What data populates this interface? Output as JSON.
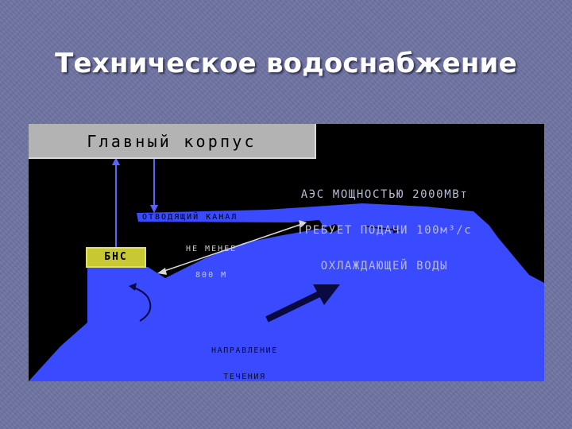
{
  "slide": {
    "title": "Техническое водоснабжение"
  },
  "diagram": {
    "main_building": "Главный корпус",
    "pump_station": "БНС",
    "note_lines": [
      "АЭС МОЩНОСТЬЮ 2000МВт",
      "ТРЕБУЕТ ПОДАЧИ 100м³/с",
      "ОХЛАЖДАЮЩЕЙ ВОДЫ"
    ],
    "discharge_channel": "ОТВОДЯЩИЙ КАНАЛ",
    "distance_lines": [
      "НЕ МЕНЕЕ",
      "800 М"
    ],
    "flow_lines": [
      "НАПРАВЛЕНИЕ",
      "ТЕЧЕНИЯ"
    ]
  },
  "colors": {
    "background": "#6f73a3",
    "water": "#3a4bff",
    "building": "#b3b3b3",
    "pump_station": "#c8c832"
  }
}
